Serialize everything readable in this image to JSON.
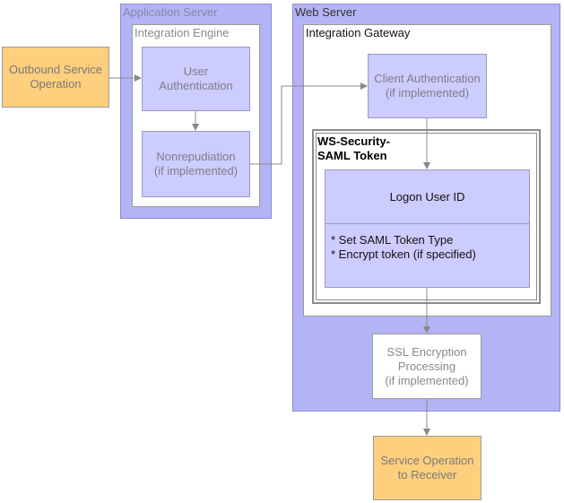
{
  "app_server": {
    "label": "Application Server"
  },
  "integration_engine": {
    "label": "Integration Engine"
  },
  "web_server": {
    "label": "Web Server"
  },
  "integration_gateway": {
    "label": "Integration Gateway"
  },
  "ws_security": {
    "label": "WS-Security-\nSAML Token"
  },
  "nodes": {
    "outbound": "Outbound Service\nOperation",
    "user_auth": "User\nAuthentication",
    "nonrepudiation": "Nonrepudiation\n(if implemented)",
    "client_auth": "Client Authentication\n(if implemented)",
    "logon": "Logon User ID",
    "saml_details": "* Set SAML Token Type\n* Encrypt token (if specified)",
    "ssl": "SSL Encryption\nProcessing\n(if implemented)",
    "receiver": "Service Operation\nto Receiver"
  },
  "colors": {
    "orange": "#fecf7d",
    "lavender": "#ccccff",
    "container_purple": "#b3b3f5",
    "line": "#888888"
  }
}
